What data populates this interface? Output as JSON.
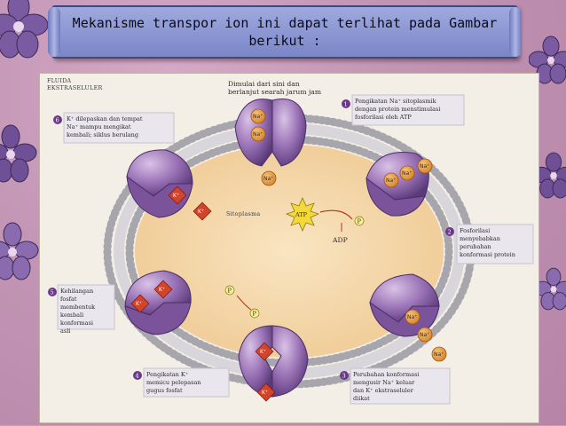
{
  "slide": {
    "title": "Mekanisme transpor ion ini dapat terlihat pada Gambar berikut :"
  },
  "diagram": {
    "fluida": "Fluida ekstraseluler",
    "sitoplasma": "Sitoplasma",
    "start_note": "Dimulai dari sini dan berlanjut searah jarum jam",
    "steps": [
      {
        "num": "1",
        "text": "Pengikatan Na⁺ sitoplasmik dengan protein menstimulasi fosforilasi oleh ATP"
      },
      {
        "num": "2",
        "text": "Fosforilasi menyebabkan perubahan konformasi protein"
      },
      {
        "num": "3",
        "text": "Perubahan konformasi mengusir Na⁺ keluar dan K⁺ ekstraseluler diikat"
      },
      {
        "num": "4",
        "text": "Pengikatan K⁺ memicu pelepasan gugus fosfat"
      },
      {
        "num": "5",
        "text": "Kehilangan fosfat membentuk kembali konformasi asli"
      },
      {
        "num": "6",
        "text": "K⁺ dilepaskan dan tempat Na⁺ mampu mengikat kembali; siklus berulang"
      }
    ],
    "atp": "ATP",
    "adp": "ADP",
    "phosphate": "P",
    "na": "Na⁺",
    "k": "K⁺"
  },
  "colors": {
    "background": "#c89bb9",
    "banner": "#8f9ad6",
    "cytoplasm": "#f6dcb0",
    "protein": "#8d62a8",
    "sodium": "#e39a3a",
    "potassium": "#d2452b",
    "membrane": "#b9b7bb"
  }
}
